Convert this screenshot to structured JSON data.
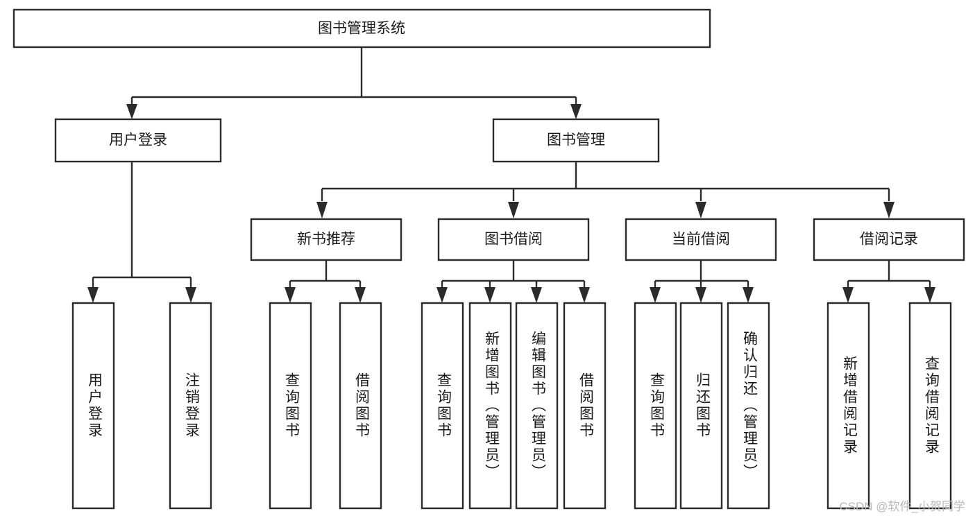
{
  "diagram": {
    "title": "图书管理系统",
    "type": "hierarchy-tree",
    "watermark": "CSDN @软件_小贺同学",
    "root": {
      "label": "图书管理系统"
    },
    "level2": [
      {
        "label": "用户登录"
      },
      {
        "label": "图书管理"
      }
    ],
    "level3": [
      {
        "label": "新书推荐"
      },
      {
        "label": "图书借阅"
      },
      {
        "label": "当前借阅"
      },
      {
        "label": "借阅记录"
      }
    ],
    "leaves": {
      "user_login": [
        {
          "label": "用户登录"
        },
        {
          "label": "注销登录"
        }
      ],
      "new_book_recommend": [
        {
          "label": "查询图书"
        },
        {
          "label": "借阅图书"
        }
      ],
      "book_borrow": [
        {
          "label": "查询图书"
        },
        {
          "label": "新增图书（管理员）"
        },
        {
          "label": "编辑图书（管理员）"
        },
        {
          "label": "借阅图书"
        }
      ],
      "current_borrow": [
        {
          "label": "查询图书"
        },
        {
          "label": "归还图书"
        },
        {
          "label": "确认归还（管理员）"
        }
      ],
      "borrow_records": [
        {
          "label": "新增借阅记录"
        },
        {
          "label": "查询借阅记录"
        }
      ]
    }
  },
  "colors": {
    "stroke": "#2b2b2b",
    "fill": "#ffffff",
    "text": "#1a1a1a",
    "watermark": "#b9b9b9"
  }
}
